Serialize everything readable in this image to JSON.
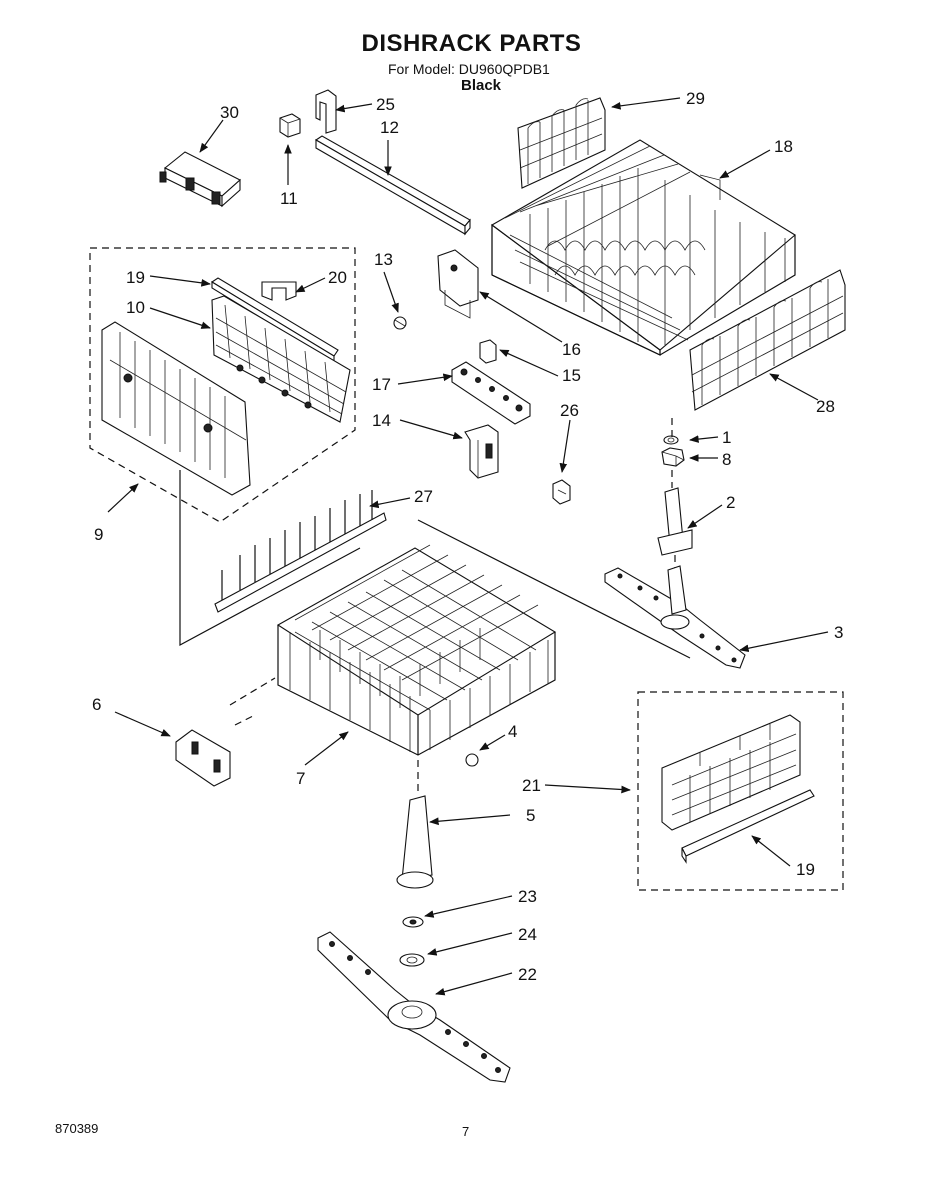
{
  "header": {
    "title": "DISHRACK PARTS",
    "model_line": "For Model: DU960QPDB1",
    "color_line": "Black"
  },
  "footer": {
    "doc_number": "870389",
    "page_number": "7"
  },
  "callouts": {
    "c1": "1",
    "c2": "2",
    "c3": "3",
    "c4": "4",
    "c5": "5",
    "c6": "6",
    "c7": "7",
    "c8": "8",
    "c9": "9",
    "c10": "10",
    "c11": "11",
    "c12": "12",
    "c13": "13",
    "c14": "14",
    "c15": "15",
    "c16": "16",
    "c17": "17",
    "c18": "18",
    "c19a": "19",
    "c19b": "19",
    "c20": "20",
    "c21": "21",
    "c22": "22",
    "c23": "23",
    "c24": "24",
    "c25": "25",
    "c26": "26",
    "c27": "27",
    "c28": "28",
    "c29": "29",
    "c30": "30"
  }
}
